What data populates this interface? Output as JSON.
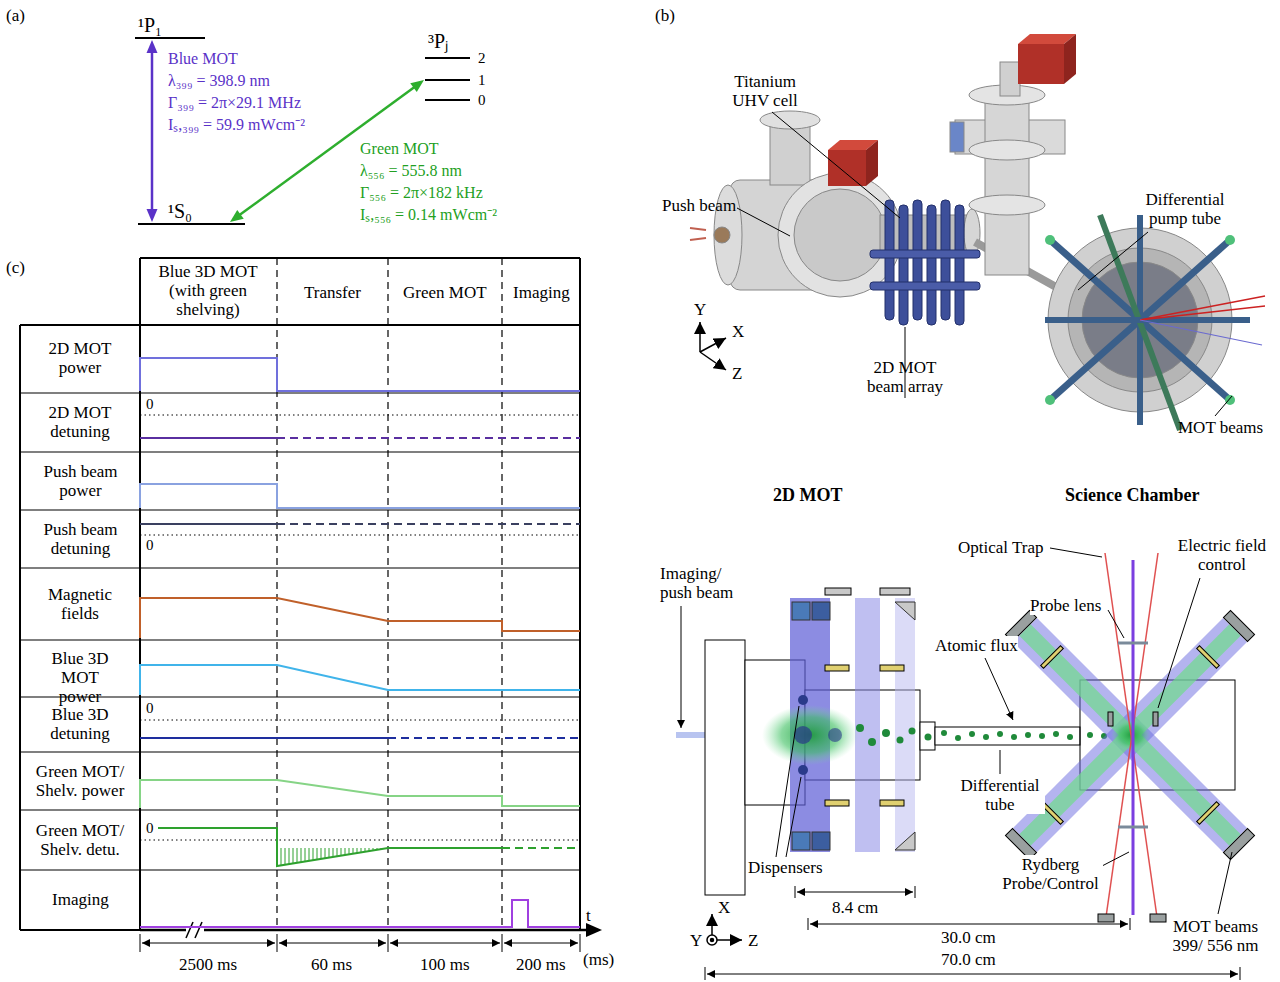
{
  "diagram": {
    "nodes": [
      {
        "text": [
          "¹P₁"
        ]
      },
      {
        "text": [
          "¹S₀"
        ]
      },
      {
        "text": [
          "2"
        ]
      },
      {
        "text": [
          "1"
        ]
      },
      {
        "text": [
          "0"
        ]
      }
    ],
    "edges": [
      {
        "from": 0,
        "to": 1,
        "arrow": "both"
      },
      {
        "from": 1,
        "to": 3,
        "arrow": "both"
      }
    ],
    "labels": [
      "(a)",
      "Blue MOT",
      "λ₃₉₉ = 398.9 nm",
      "Γ₃₉₉ = 2π×29.1 MHz",
      "Iₛ,₃₉₉ = 59.9 mWcm⁻²",
      "³Pⱼ",
      "Green MOT",
      "λ₅₅₆ = 555.8 nm",
      "Γ₅₅₆ = 2π×182 kHz",
      "Iₛ,₅₅₆ = 0.14 mWcm⁻²",
      "(b)",
      "Titanium UHV cell",
      "Push beam",
      "Differential pump tube",
      "2D MOT beam array",
      "MOT beams",
      "Y",
      "X",
      "Z",
      "2D MOT",
      "Science Chamber",
      "Imaging/ push beam",
      "Atomic flux",
      "Optical Trap",
      "Electric field control",
      "Probe lens",
      "Differential tube",
      "Dispensers",
      "Rydberg Probe/Control",
      "MOT beams 399/ 556 nm",
      "8.4 cm",
      "30.0 cm",
      "70.0 cm",
      "X",
      "Y",
      "Z",
      "(c)",
      "Blue 3D MOT (with green shelving)",
      "Transfer",
      "Green MOT",
      "Imaging",
      "2D MOT power",
      "2D MOT detuning",
      "0",
      "Push beam power",
      "Push beam detuning",
      "0",
      "Magnetic fields",
      "Blue 3D MOT power",
      "Blue 3D detuning",
      "0",
      "Green MOT/ Shelv. power",
      "Green MOT/ Shelv. detu.",
      "0",
      "Imaging",
      "2500 ms",
      "60 ms",
      "100 ms",
      "200 ms",
      "t",
      "(ms)"
    ]
  }
}
